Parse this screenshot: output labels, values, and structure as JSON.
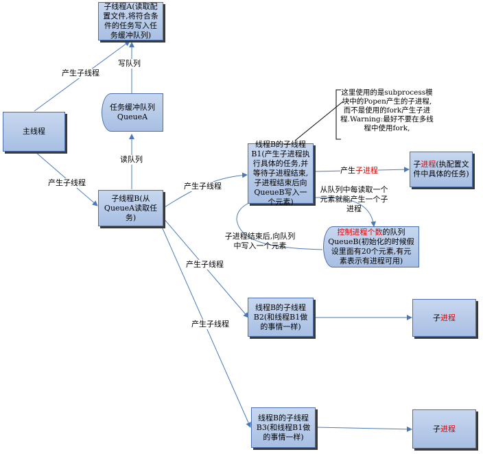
{
  "nodes": {
    "thread_a": "子线程A(读取配置文件,将符合条件的任务写入任务缓冲队列)",
    "main_thread": "主线程",
    "queue_a_line1": "任务缓冲队列",
    "queue_a_line2": "QueueA",
    "thread_b": "子线程B(从QueueA读取任务)",
    "b1": "线程B的子线程B1(产生子进程执行具体的任务,并等待子进程结束,子进程结束后向QueueB写入一个元素)",
    "b2": "线程B的子线程B2(和线程B1做的事情一样)",
    "b3": "线程B的子线程B3(和线程B1做的事情一样)",
    "child1_a": "子",
    "child1_b": "进程",
    "child1_c": "(执配置文件中具体的任务)",
    "child2_a": "子",
    "child2_b": "进程",
    "child3_a": "子",
    "child3_b": "进程",
    "queue_b_red": "控制进程个数",
    "queue_b_rest": "的队列QueueB(初始化的时候假设里面有20个元素,有元素表示有进程可用)"
  },
  "labels": {
    "spawn_a": "产生子线程",
    "write_queue": "写队列",
    "read_queue": "读队列",
    "spawn_b": "产生子线程",
    "spawn_b1": "产生子线程",
    "spawn_b2": "产生子线程",
    "spawn_b3": "产生子线程",
    "spawn_proc_a": "产生",
    "spawn_proc_b": "子进程",
    "take_elem": "从队列中每读取一个元素就能产生一个子进程",
    "write_elem": "子进程结束后,向队列中写入一个元素"
  },
  "note": "这里使用的是subprocess模块中的Popen产生的子进程,而不是使用的fork产生子进程.Warning:最好不要在多线程中使用fork,",
  "colors": {
    "box_fill": "#b4c8e8",
    "arrow": "#4a78b8",
    "highlight": "#e00000"
  }
}
